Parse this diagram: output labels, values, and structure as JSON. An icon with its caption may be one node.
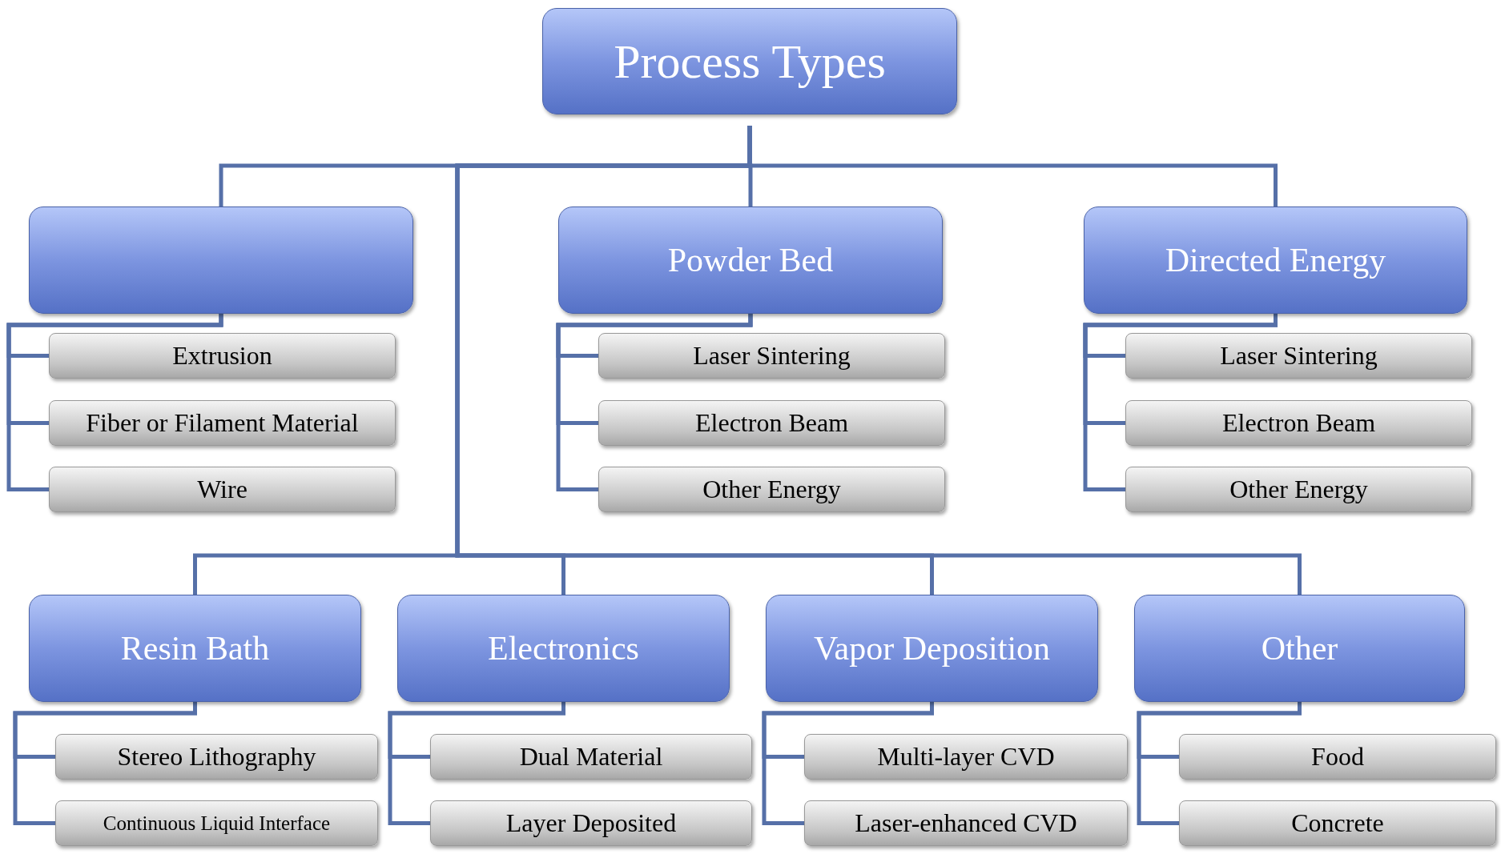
{
  "diagram": {
    "nodes": [
      {
        "text": [
          "Process Types"
        ]
      },
      {
        "text": [],
        "shape": "box"
      },
      {
        "text": [
          "Extrusion"
        ]
      },
      {
        "text": [
          "Fiber or Filament Material"
        ]
      },
      {
        "text": [
          "Wire"
        ]
      },
      {
        "text": [
          "Powder Bed"
        ]
      },
      {
        "text": [
          "Laser Sintering"
        ]
      },
      {
        "text": [
          "Electron Beam"
        ]
      },
      {
        "text": [
          "Other Energy"
        ]
      },
      {
        "text": [
          "Directed Energy"
        ]
      },
      {
        "text": [
          "Laser Sintering"
        ]
      },
      {
        "text": [
          "Electron Beam"
        ]
      },
      {
        "text": [
          "Other Energy"
        ]
      },
      {
        "text": [
          "Resin Bath"
        ]
      },
      {
        "text": [
          "Stereo Lithography"
        ]
      },
      {
        "text": [
          "Continuous Liquid Interface"
        ]
      },
      {
        "text": [
          "Electronics"
        ]
      },
      {
        "text": [
          "Dual Material"
        ]
      },
      {
        "text": [
          "Layer Deposited"
        ]
      },
      {
        "text": [
          "Vapor Deposition"
        ]
      },
      {
        "text": [
          "Multi-layer CVD"
        ]
      },
      {
        "text": [
          "Laser-enhanced CVD"
        ]
      },
      {
        "text": [
          "Other"
        ]
      },
      {
        "text": [
          "Food"
        ]
      },
      {
        "text": [
          "Concrete"
        ]
      }
    ],
    "edges": [
      {
        "from": 0,
        "to": 1,
        "arrow": "none"
      },
      {
        "from": 0,
        "to": 5,
        "arrow": "none"
      },
      {
        "from": 0,
        "to": 9,
        "arrow": "none"
      },
      {
        "from": 0,
        "to": 13,
        "arrow": "none"
      },
      {
        "from": 0,
        "to": 16,
        "arrow": "none"
      },
      {
        "from": 0,
        "to": 19,
        "arrow": "none"
      },
      {
        "from": 0,
        "to": 22,
        "arrow": "none"
      },
      {
        "from": 1,
        "to": 2,
        "arrow": "none"
      },
      {
        "from": 1,
        "to": 3,
        "arrow": "none"
      },
      {
        "from": 1,
        "to": 4,
        "arrow": "none"
      },
      {
        "from": 5,
        "to": 6,
        "arrow": "none"
      },
      {
        "from": 5,
        "to": 7,
        "arrow": "none"
      },
      {
        "from": 5,
        "to": 8,
        "arrow": "none"
      },
      {
        "from": 9,
        "to": 10,
        "arrow": "none"
      },
      {
        "from": 9,
        "to": 11,
        "arrow": "none"
      },
      {
        "from": 9,
        "to": 12,
        "arrow": "none"
      },
      {
        "from": 13,
        "to": 14,
        "arrow": "none"
      },
      {
        "from": 13,
        "to": 15,
        "arrow": "none"
      },
      {
        "from": 16,
        "to": 17,
        "arrow": "none"
      },
      {
        "from": 16,
        "to": 18,
        "arrow": "none"
      },
      {
        "from": 19,
        "to": 20,
        "arrow": "none"
      },
      {
        "from": 19,
        "to": 21,
        "arrow": "none"
      },
      {
        "from": 22,
        "to": 23,
        "arrow": "none"
      },
      {
        "from": 22,
        "to": 24,
        "arrow": "none"
      }
    ]
  }
}
